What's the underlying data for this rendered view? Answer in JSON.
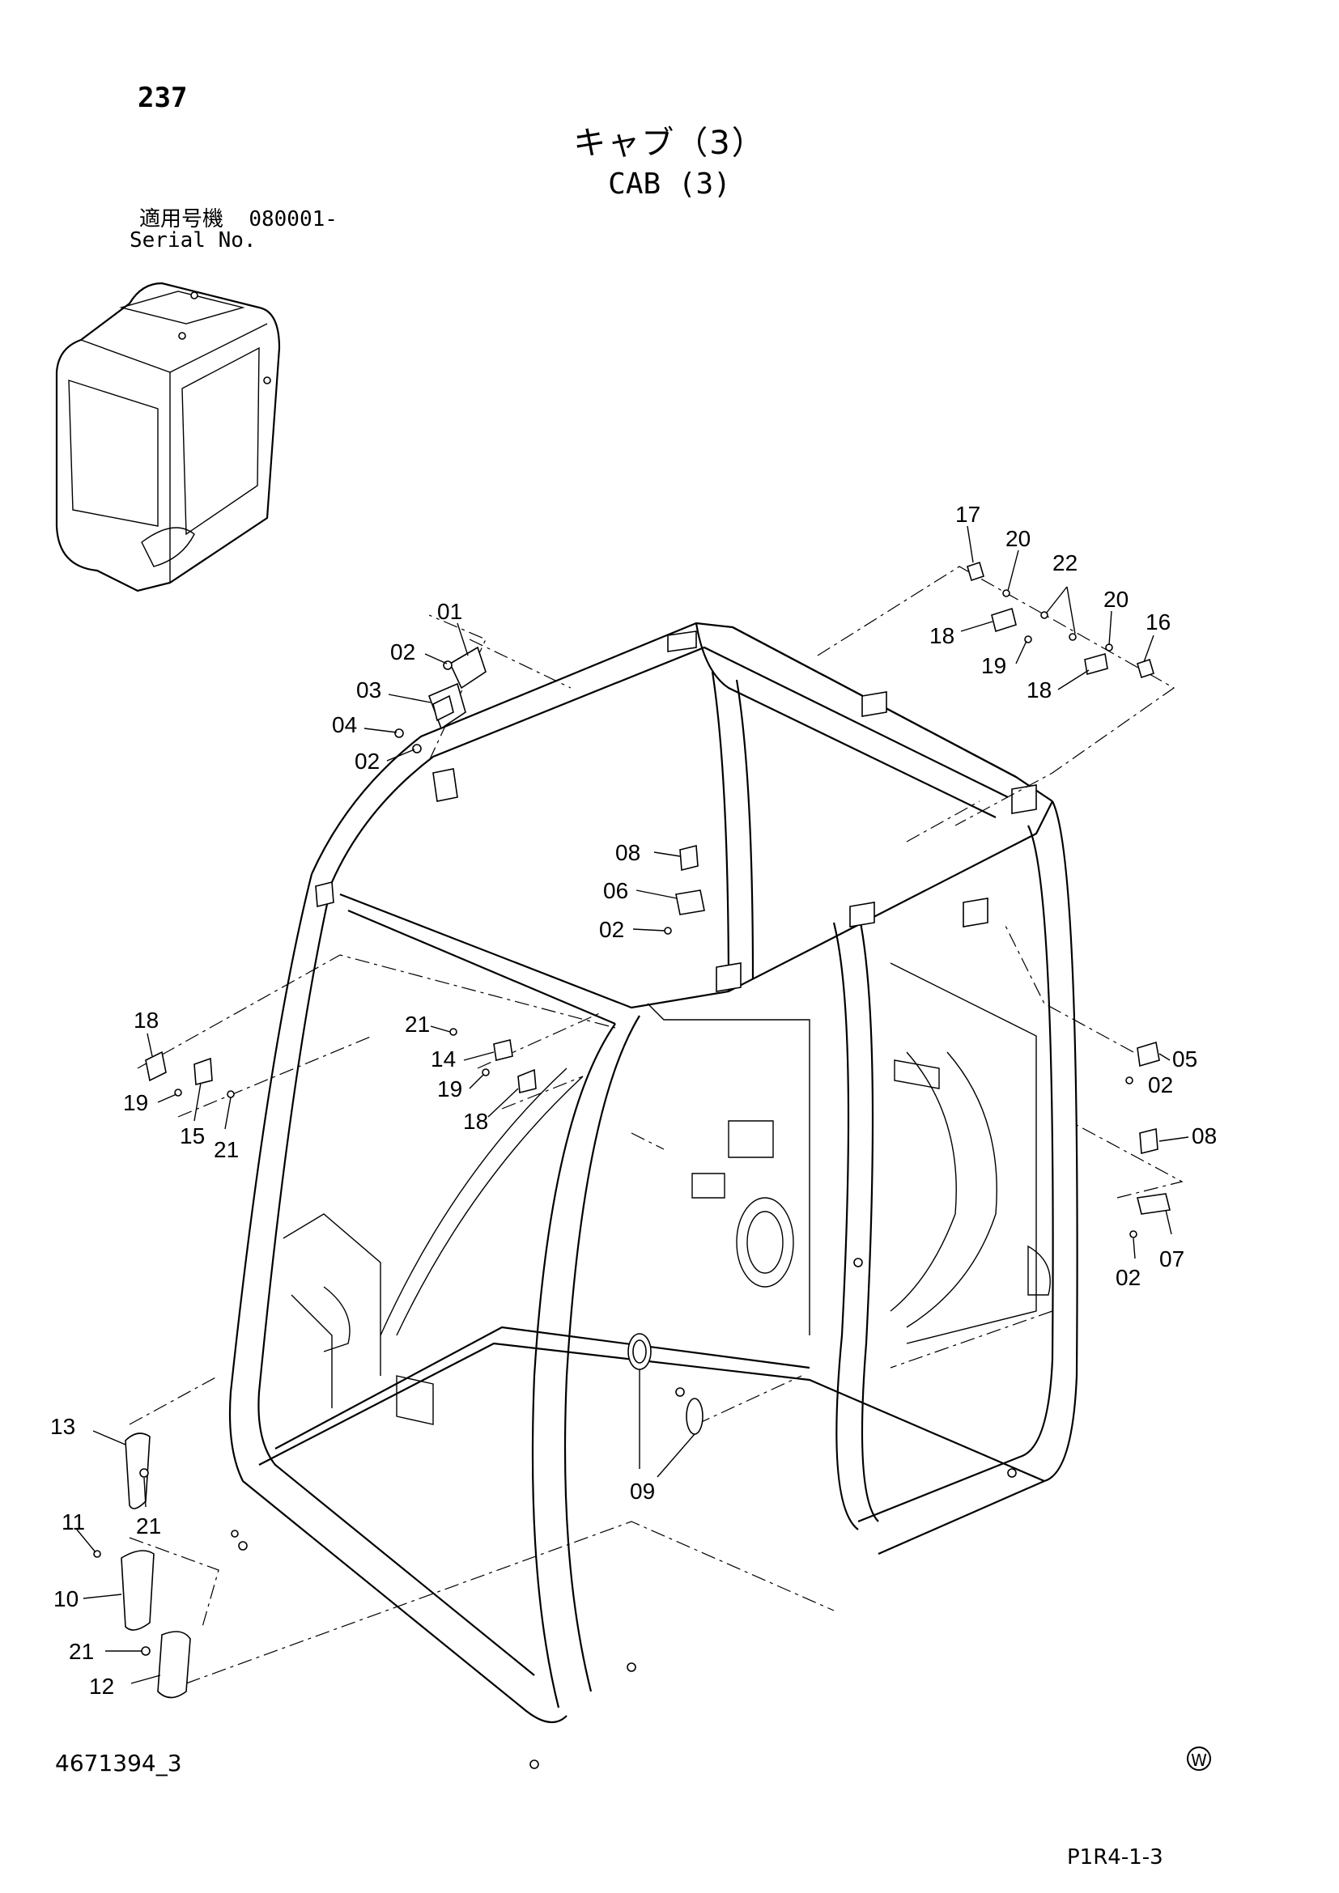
{
  "header": {
    "page_number": "237",
    "title_jp": "キャブ（3）",
    "title_en": "CAB (3)",
    "serial_label_jp": "適用号機",
    "serial_value": "080001-",
    "serial_label_en": "Serial No."
  },
  "footer": {
    "drawing_number": "4671394_3",
    "mark": "W",
    "page_code": "P1R4-1-3"
  },
  "callouts": {
    "c01": "01",
    "c02a": "02",
    "c03": "03",
    "c04": "04",
    "c02b": "02",
    "c17": "17",
    "c20a": "20",
    "c22": "22",
    "c20b": "20",
    "c16": "16",
    "c18a": "18",
    "c19a": "19",
    "c18b": "18",
    "c08a": "08",
    "c06": "06",
    "c02c": "02",
    "c18c": "18",
    "c19b": "19",
    "c15": "15",
    "c21a": "21",
    "c21b": "21",
    "c14": "14",
    "c19c": "19",
    "c18d": "18",
    "c05": "05",
    "c02d": "02",
    "c08b": "08",
    "c07": "07",
    "c02e": "02",
    "c09": "09",
    "c13": "13",
    "c21c": "21",
    "c11": "11",
    "c10": "10",
    "c21d": "21",
    "c12": "12"
  }
}
